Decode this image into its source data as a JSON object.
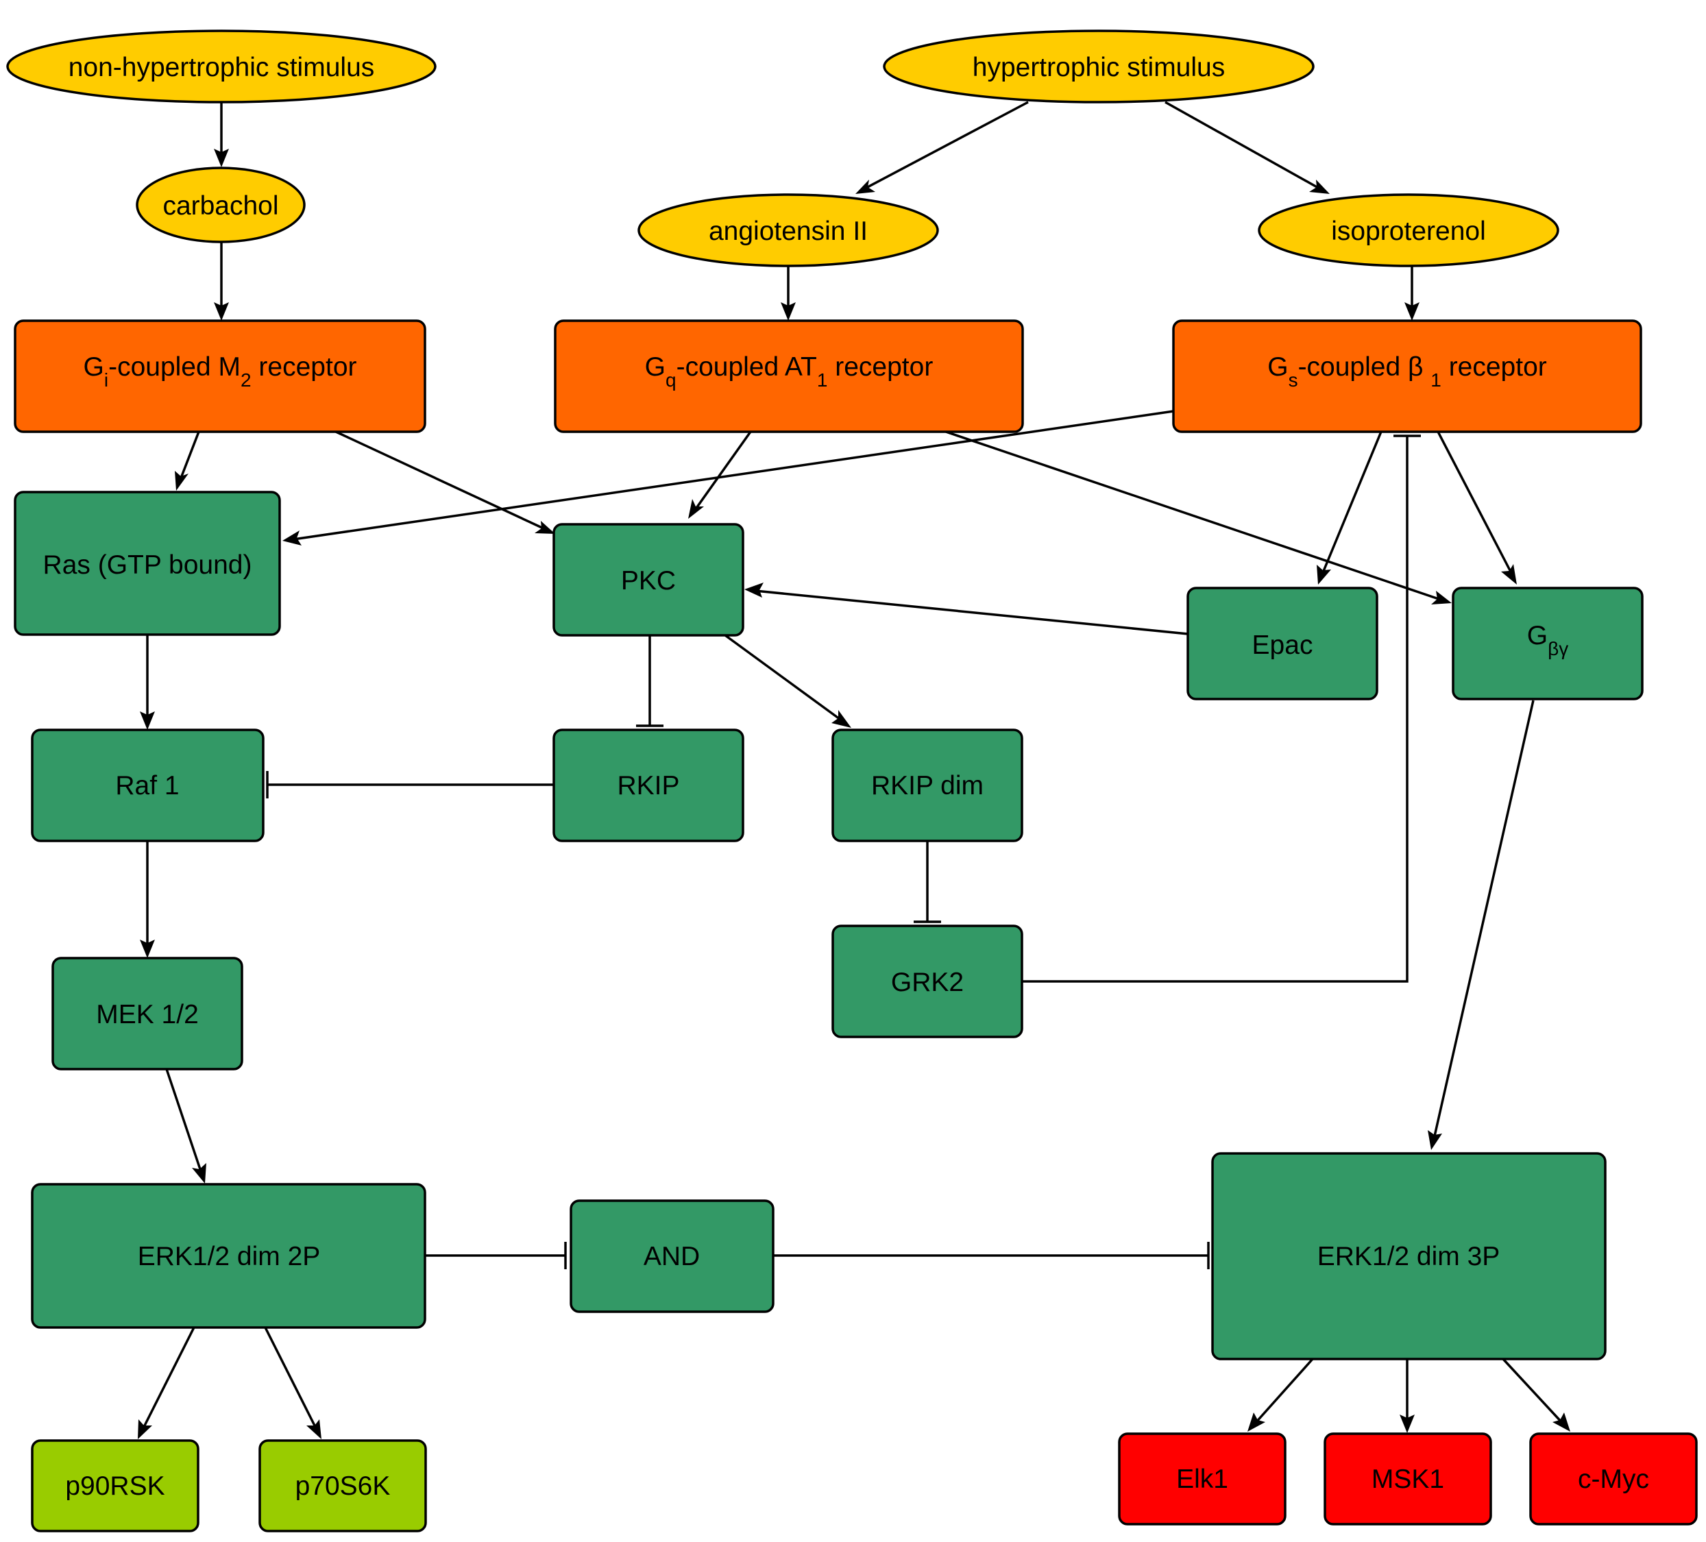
{
  "colors": {
    "stimulus": "#ffcc00",
    "receptor": "#ff6600",
    "signal": "#339966",
    "target_a": "#99cc00",
    "target_b": "#ff0000",
    "line": "#000000"
  },
  "nodes": {
    "non_hypertrophic": "non-hypertrophic stimulus",
    "hypertrophic": "hypertrophic stimulus",
    "carbachol": "carbachol",
    "angiotensin": "angiotensin II",
    "isoproterenol": "isoproterenol",
    "gi_receptor": {
      "g": "G",
      "sub": "i",
      "mid": "-coupled M",
      "sub2": "2",
      "end": " receptor"
    },
    "gq_receptor": {
      "g": "G",
      "sub": "q",
      "mid": "-coupled AT",
      "sub2": "1",
      "end": " receptor"
    },
    "gs_receptor": {
      "g": "G",
      "sub": "s",
      "mid": "-coupled β ",
      "sub2": "1",
      "end": " receptor"
    },
    "ras": "Ras (GTP bound)",
    "pkc": "PKC",
    "epac": "Epac",
    "gbg": {
      "g": "G",
      "sub": "βγ"
    },
    "raf1": "Raf 1",
    "rkip": "RKIP",
    "rkip_dim": "RKIP dim",
    "grk2": "GRK2",
    "mek": "MEK 1/2",
    "erk2p": "ERK1/2 dim 2P",
    "and": "AND",
    "erk3p": "ERK1/2 dim 3P",
    "p90rsk": "p90RSK",
    "p70s6k": "p70S6K",
    "elk1": "Elk1",
    "msk1": "MSK1",
    "cmyc": "c-Myc"
  }
}
